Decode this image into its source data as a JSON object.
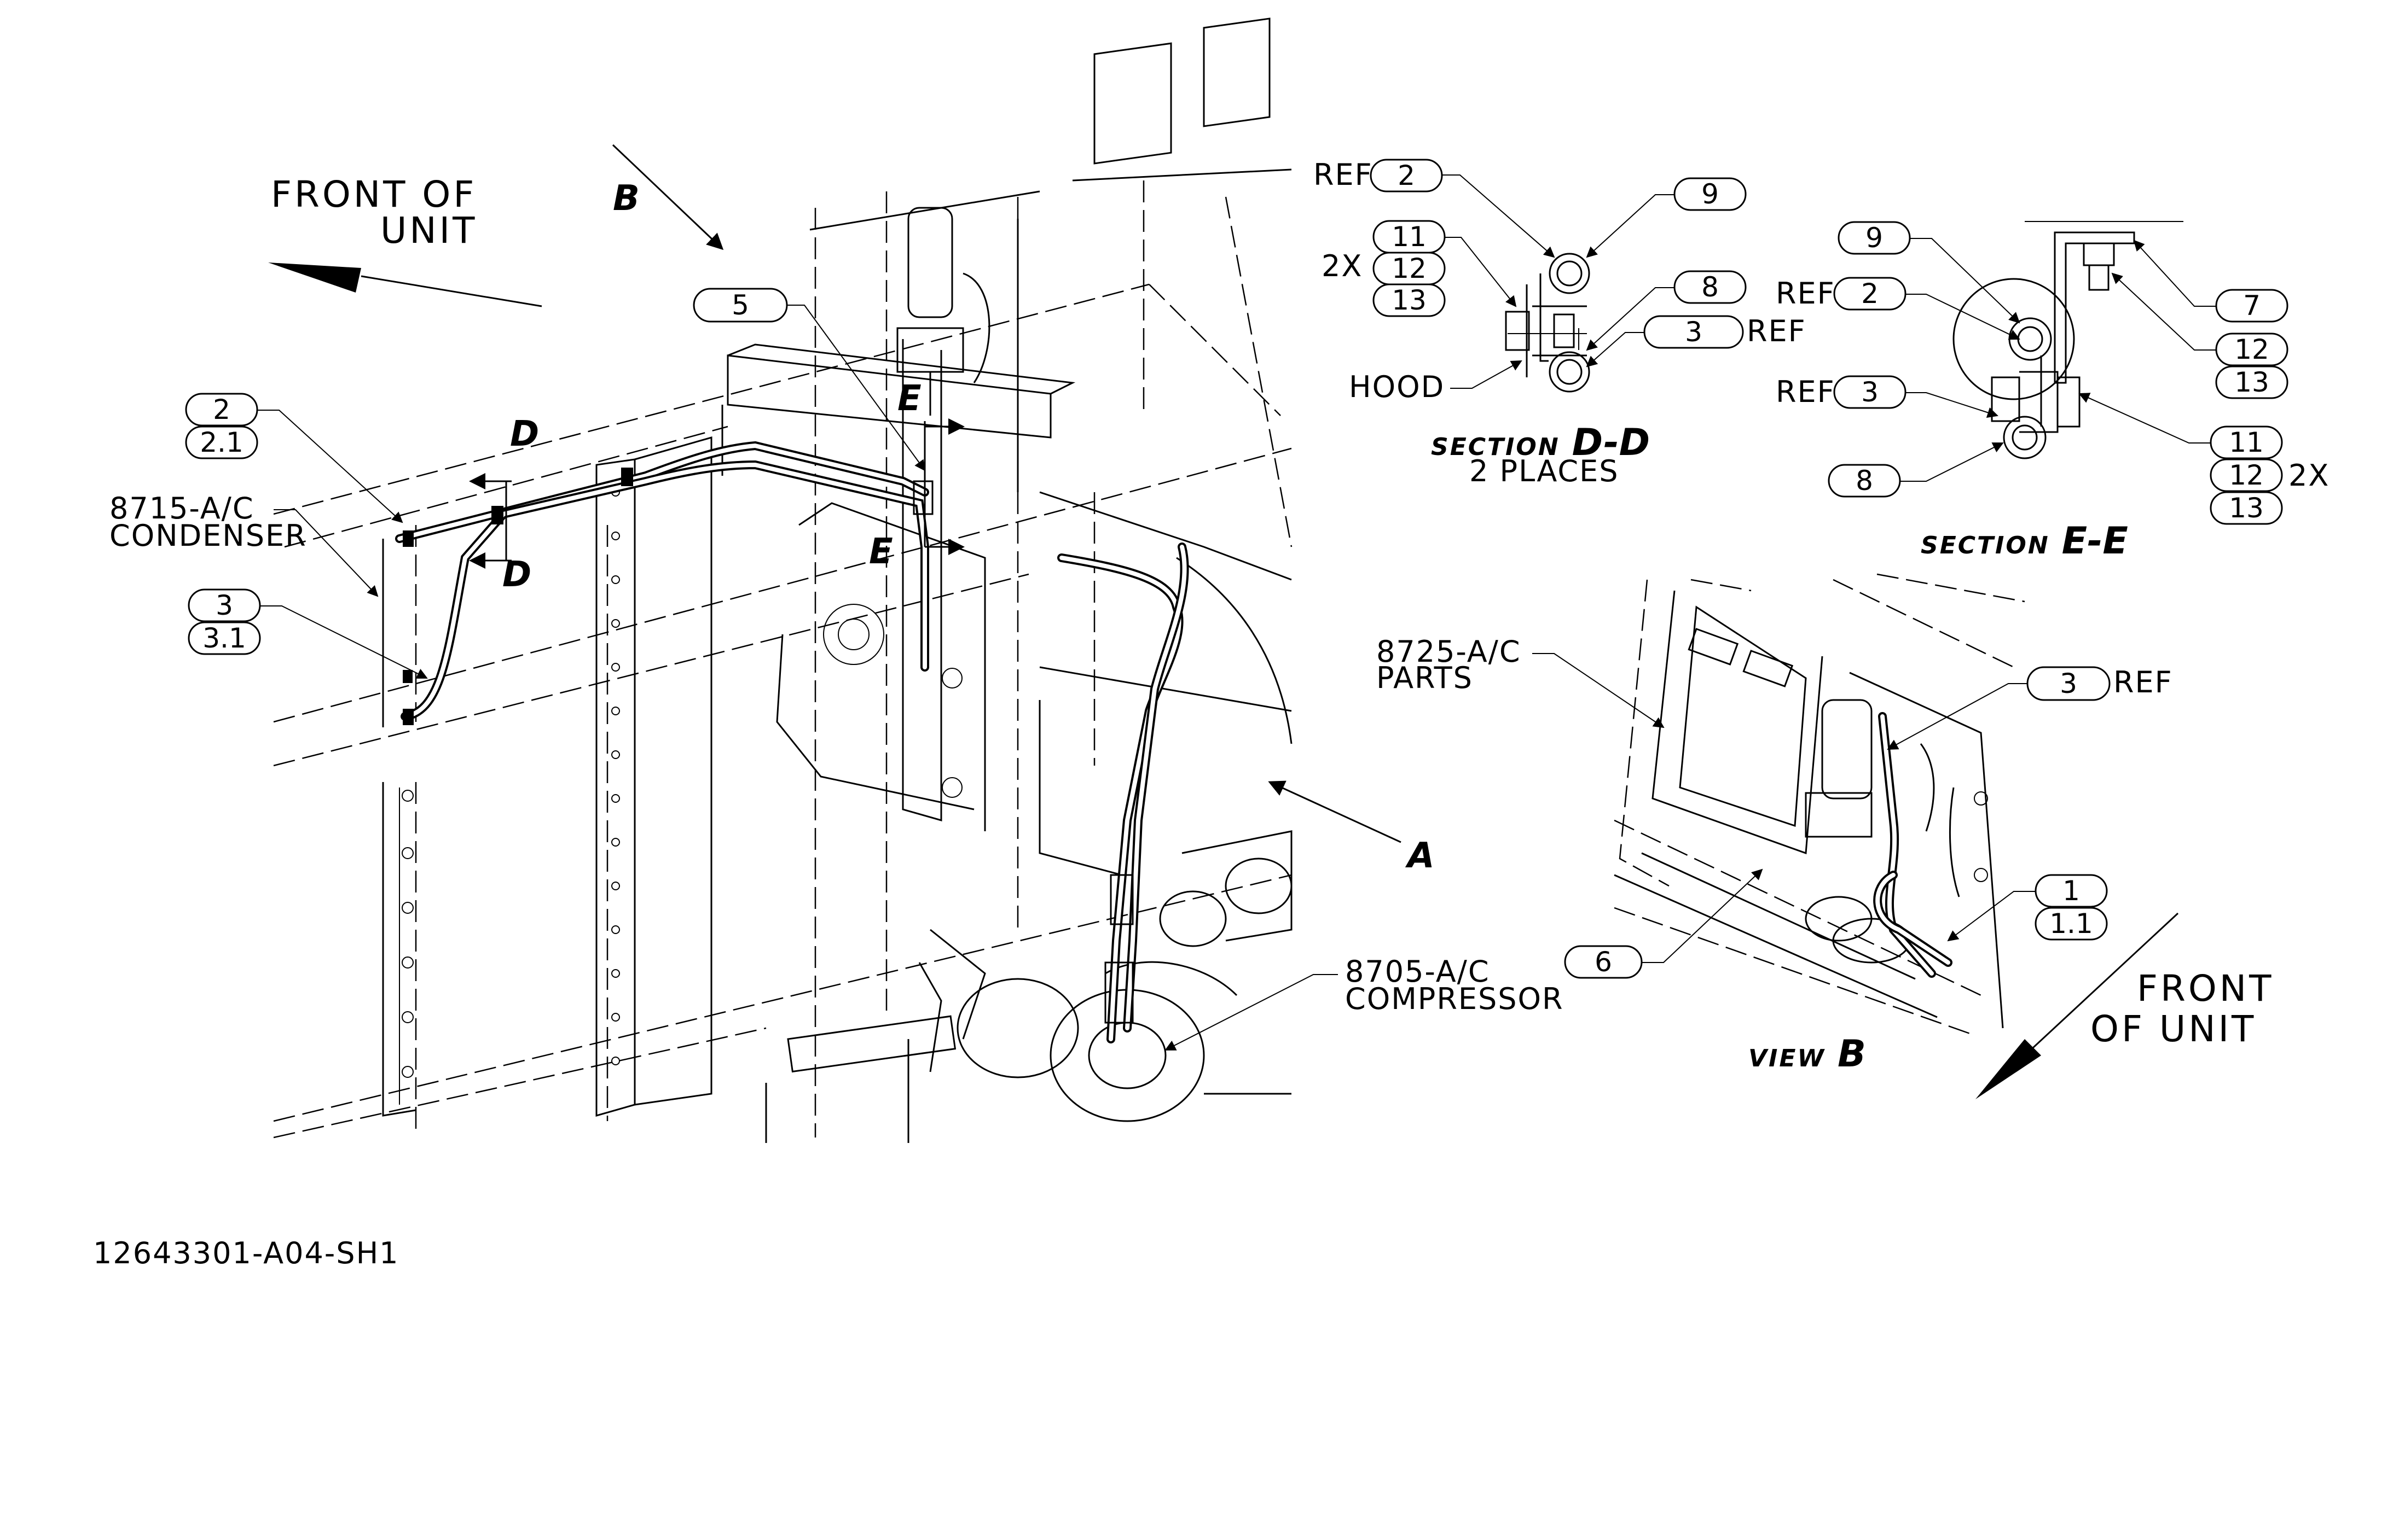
{
  "drawing_number": "12643301-A04-SH1",
  "front_of_unit_main": [
    "FRONT OF",
    "UNIT"
  ],
  "front_of_unit_view": [
    "FRONT",
    "OF UNIT"
  ],
  "view_letters": {
    "a": "A",
    "b": "B",
    "d": "D",
    "e": "E"
  },
  "callouts": {
    "condenser": [
      "8715-A/C",
      "CONDENSER"
    ],
    "compressor": [
      "8705-A/C",
      "COMPRESSOR"
    ],
    "parts": [
      "8725-A/C",
      "PARTS"
    ]
  },
  "section_dd": {
    "prefix": "SECTION",
    "letters": "D-D",
    "note": "2 PLACES",
    "hood": "HOOD"
  },
  "section_ee": {
    "prefix": "SECTION",
    "letters": "E-E"
  },
  "view_b": {
    "prefix": "VIEW",
    "letter": "B"
  },
  "ref": "REF",
  "qty_2x": "2X",
  "balloons": {
    "main_2": "2",
    "main_2_1": "2.1",
    "main_3": "3",
    "main_3_1": "3.1",
    "main_5": "5",
    "dd_2": "2",
    "dd_9": "9",
    "dd_11": "11",
    "dd_12": "12",
    "dd_13": "13",
    "dd_8": "8",
    "dd_3": "3",
    "ee_9": "9",
    "ee_2": "2",
    "ee_3": "3",
    "ee_8": "8",
    "ee_7": "7",
    "ee_12a": "12",
    "ee_13a": "13",
    "ee_11": "11",
    "ee_12b": "12",
    "ee_13b": "13",
    "vb_3": "3",
    "vb_1": "1",
    "vb_1_1": "1.1",
    "vb_6": "6"
  }
}
